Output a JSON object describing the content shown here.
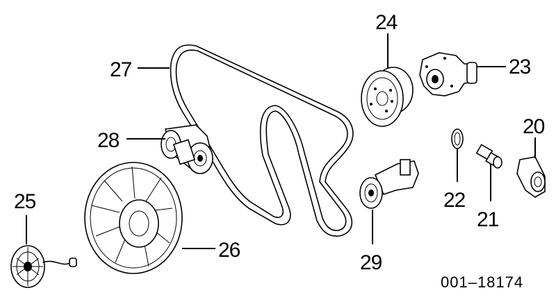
{
  "callouts": {
    "c20": "20",
    "c21": "21",
    "c22": "22",
    "c23": "23",
    "c24": "24",
    "c25": "25",
    "c26": "26",
    "c27": "27",
    "c28": "28",
    "c29": "29"
  },
  "reference_number": "001–18174",
  "colors": {
    "line": "#000000",
    "background": "#ffffff"
  }
}
